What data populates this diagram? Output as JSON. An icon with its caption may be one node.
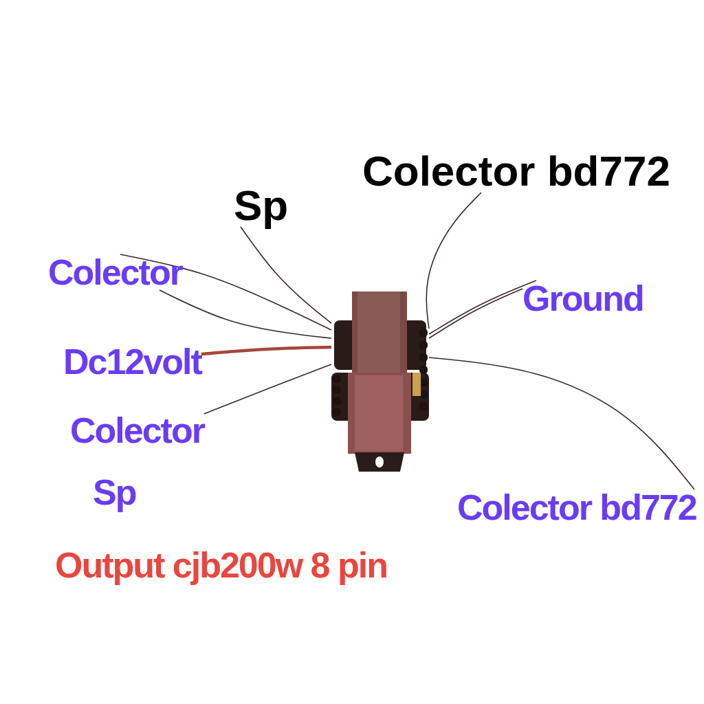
{
  "diagram": {
    "nodes": [
      {
        "text": [
          "Colector bd772"
        ]
      },
      {
        "text": [
          "Sp"
        ]
      },
      {
        "text": [
          "Colector"
        ]
      },
      {
        "text": [],
        "shape": "picture"
      },
      {
        "text": [
          "Ground"
        ]
      },
      {
        "text": [
          "Dc12volt"
        ]
      },
      {
        "text": [
          "Colector"
        ]
      },
      {
        "text": [
          "Colector bd772"
        ]
      }
    ],
    "edges": [
      {
        "from": 0,
        "to": 3,
        "arrow": "none"
      },
      {
        "from": 1,
        "to": 3,
        "arrow": "none"
      },
      {
        "from": 2,
        "to": 3,
        "arrow": "none"
      },
      {
        "from": 2,
        "to": 3,
        "arrow": "none"
      },
      {
        "from": 4,
        "to": 3,
        "arrow": "none"
      },
      {
        "from": 4,
        "to": 3,
        "arrow": "none"
      },
      {
        "from": 5,
        "to": 3,
        "arrow": "none",
        "style": "thick",
        "color": "#a5473d"
      },
      {
        "from": 6,
        "to": 3,
        "arrow": "none"
      },
      {
        "from": 7,
        "to": 3,
        "arrow": "none"
      }
    ],
    "labels": [
      "Sp",
      "Output cjb200w 8 pin"
    ]
  }
}
